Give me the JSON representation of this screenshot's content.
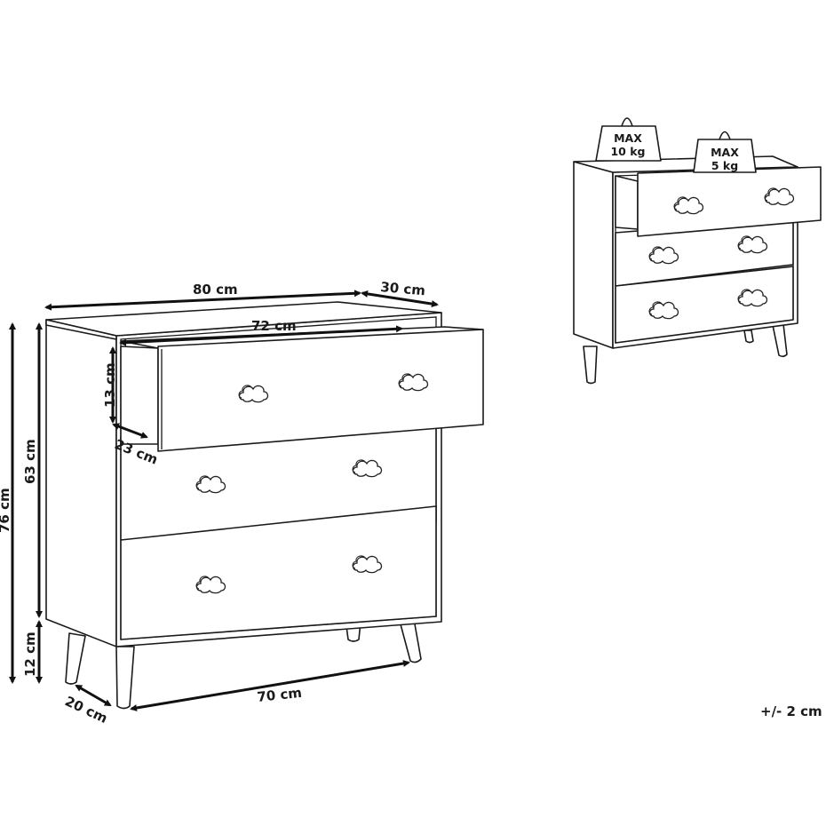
{
  "diagram": {
    "type": "product-dimension-drawing",
    "subject": "3-drawer chest with cloud-shaped knobs",
    "dimensions": {
      "width": "80 cm",
      "depth": "30 cm",
      "drawer_inner_width": "72 cm",
      "drawer_height": "13 cm",
      "drawer_depth": "23 cm",
      "total_height": "76 cm",
      "body_height": "63 cm",
      "leg_height": "12 cm",
      "leg_depth_spacing": "20 cm",
      "leg_width_spacing": "70 cm"
    },
    "load_limits": {
      "top": {
        "line1": "MAX",
        "line2": "10 kg"
      },
      "drawer": {
        "line1": "MAX",
        "line2": "5 kg"
      }
    },
    "tolerance": "+/- 2 cm"
  }
}
